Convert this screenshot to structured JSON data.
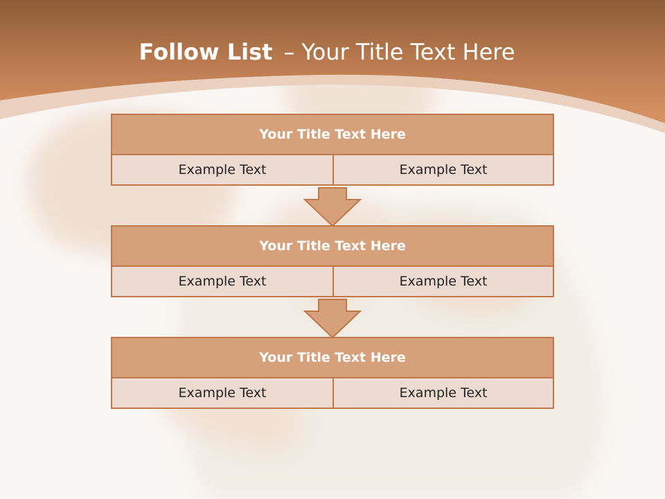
{
  "slide": {
    "title_bold": "Follow List",
    "title_separator": "–",
    "title_rest": "Your Title Text Here"
  },
  "steps": [
    {
      "title": "Your Title Text Here",
      "left": "Example Text",
      "right": "Example Text"
    },
    {
      "title": "Your Title Text Here",
      "left": "Example Text",
      "right": "Example Text"
    },
    {
      "title": "Your Title Text Here",
      "left": "Example Text",
      "right": "Example Text"
    }
  ],
  "colors": {
    "header": "#c98a5e",
    "box_title": "#d6a07a",
    "box_body": "#eddbd1",
    "border": "#c0774a",
    "arrow": "#d6a07a"
  }
}
